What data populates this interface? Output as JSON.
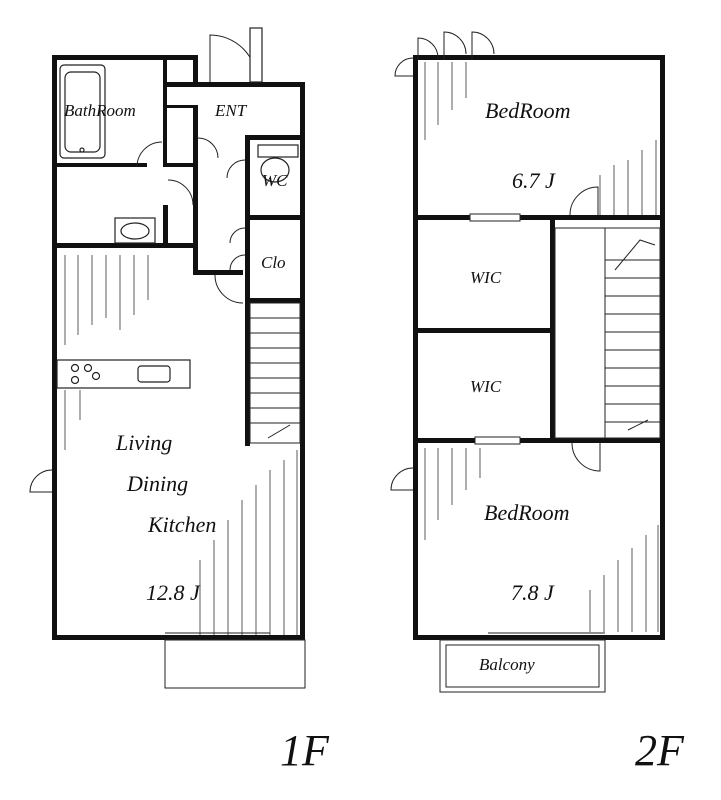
{
  "first_floor": {
    "label": "1F",
    "rooms": {
      "bathroom": "BathRoom",
      "entrance": "ENT",
      "wc": "WC",
      "closet": "Clo",
      "ldk_line1": "Living",
      "ldk_line2": "Dining",
      "ldk_line3": "Kitchen",
      "ldk_size": "12.8 J"
    }
  },
  "second_floor": {
    "label": "2F",
    "rooms": {
      "bedroom_top": "BedRoom",
      "bedroom_top_size": "6.7 J",
      "wic_upper": "WIC",
      "wic_lower": "WIC",
      "bedroom_bottom": "BedRoom",
      "bedroom_bottom_size": "7.8 J",
      "balcony": "Balcony"
    }
  }
}
